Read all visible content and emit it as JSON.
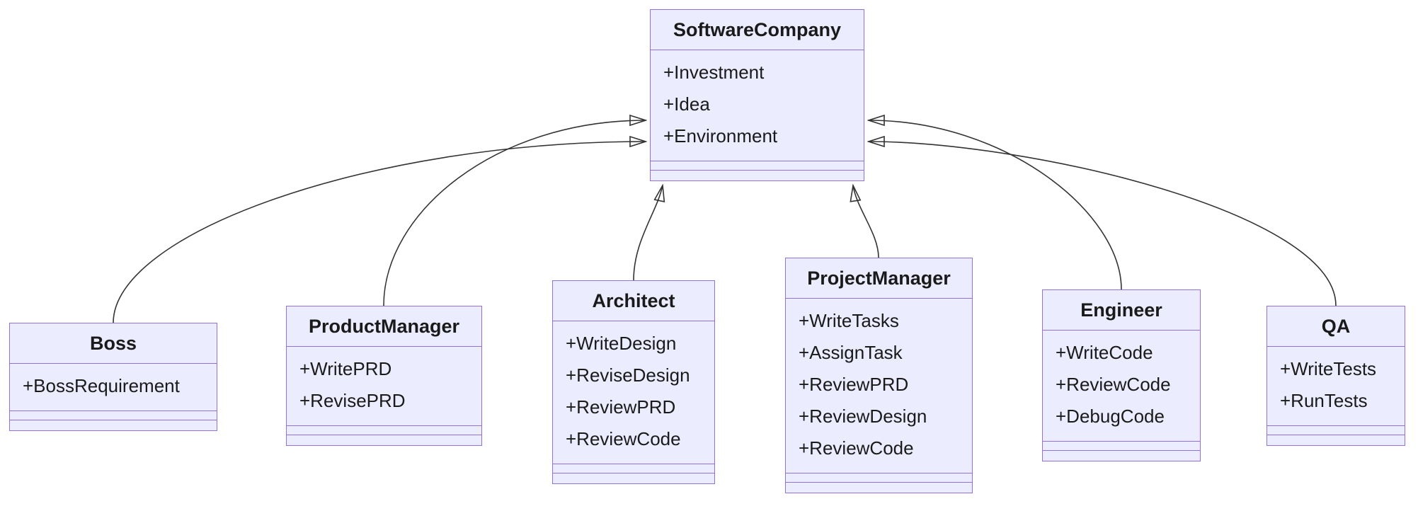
{
  "diagram": {
    "type": "uml-class-diagram",
    "relationship": "inheritance",
    "parent": "SoftwareCompany",
    "classes": [
      {
        "name": "SoftwareCompany",
        "attributes": [
          "+Investment",
          "+Idea",
          "+Environment"
        ]
      },
      {
        "name": "Boss",
        "attributes": [
          "+BossRequirement"
        ]
      },
      {
        "name": "ProductManager",
        "attributes": [
          "+WritePRD",
          "+RevisePRD"
        ]
      },
      {
        "name": "Architect",
        "attributes": [
          "+WriteDesign",
          "+ReviseDesign",
          "+ReviewPRD",
          "+ReviewCode"
        ]
      },
      {
        "name": "ProjectManager",
        "attributes": [
          "+WriteTasks",
          "+AssignTask",
          "+ReviewPRD",
          "+ReviewDesign",
          "+ReviewCode"
        ]
      },
      {
        "name": "Engineer",
        "attributes": [
          "+WriteCode",
          "+ReviewCode",
          "+DebugCode"
        ]
      },
      {
        "name": "QA",
        "attributes": [
          "+WriteTests",
          "+RunTests"
        ]
      }
    ],
    "edges": [
      {
        "from": "Boss",
        "to": "SoftwareCompany",
        "type": "inheritance"
      },
      {
        "from": "ProductManager",
        "to": "SoftwareCompany",
        "type": "inheritance"
      },
      {
        "from": "Architect",
        "to": "SoftwareCompany",
        "type": "inheritance"
      },
      {
        "from": "ProjectManager",
        "to": "SoftwareCompany",
        "type": "inheritance"
      },
      {
        "from": "Engineer",
        "to": "SoftwareCompany",
        "type": "inheritance"
      },
      {
        "from": "QA",
        "to": "SoftwareCompany",
        "type": "inheritance"
      }
    ],
    "colors": {
      "box_fill": "#ECECFF",
      "box_border": "#9370DB",
      "edge_line": "#333333",
      "arrowhead_fill": "#ECECFF",
      "text": "#1a1a1a",
      "background": "#ffffff"
    }
  }
}
